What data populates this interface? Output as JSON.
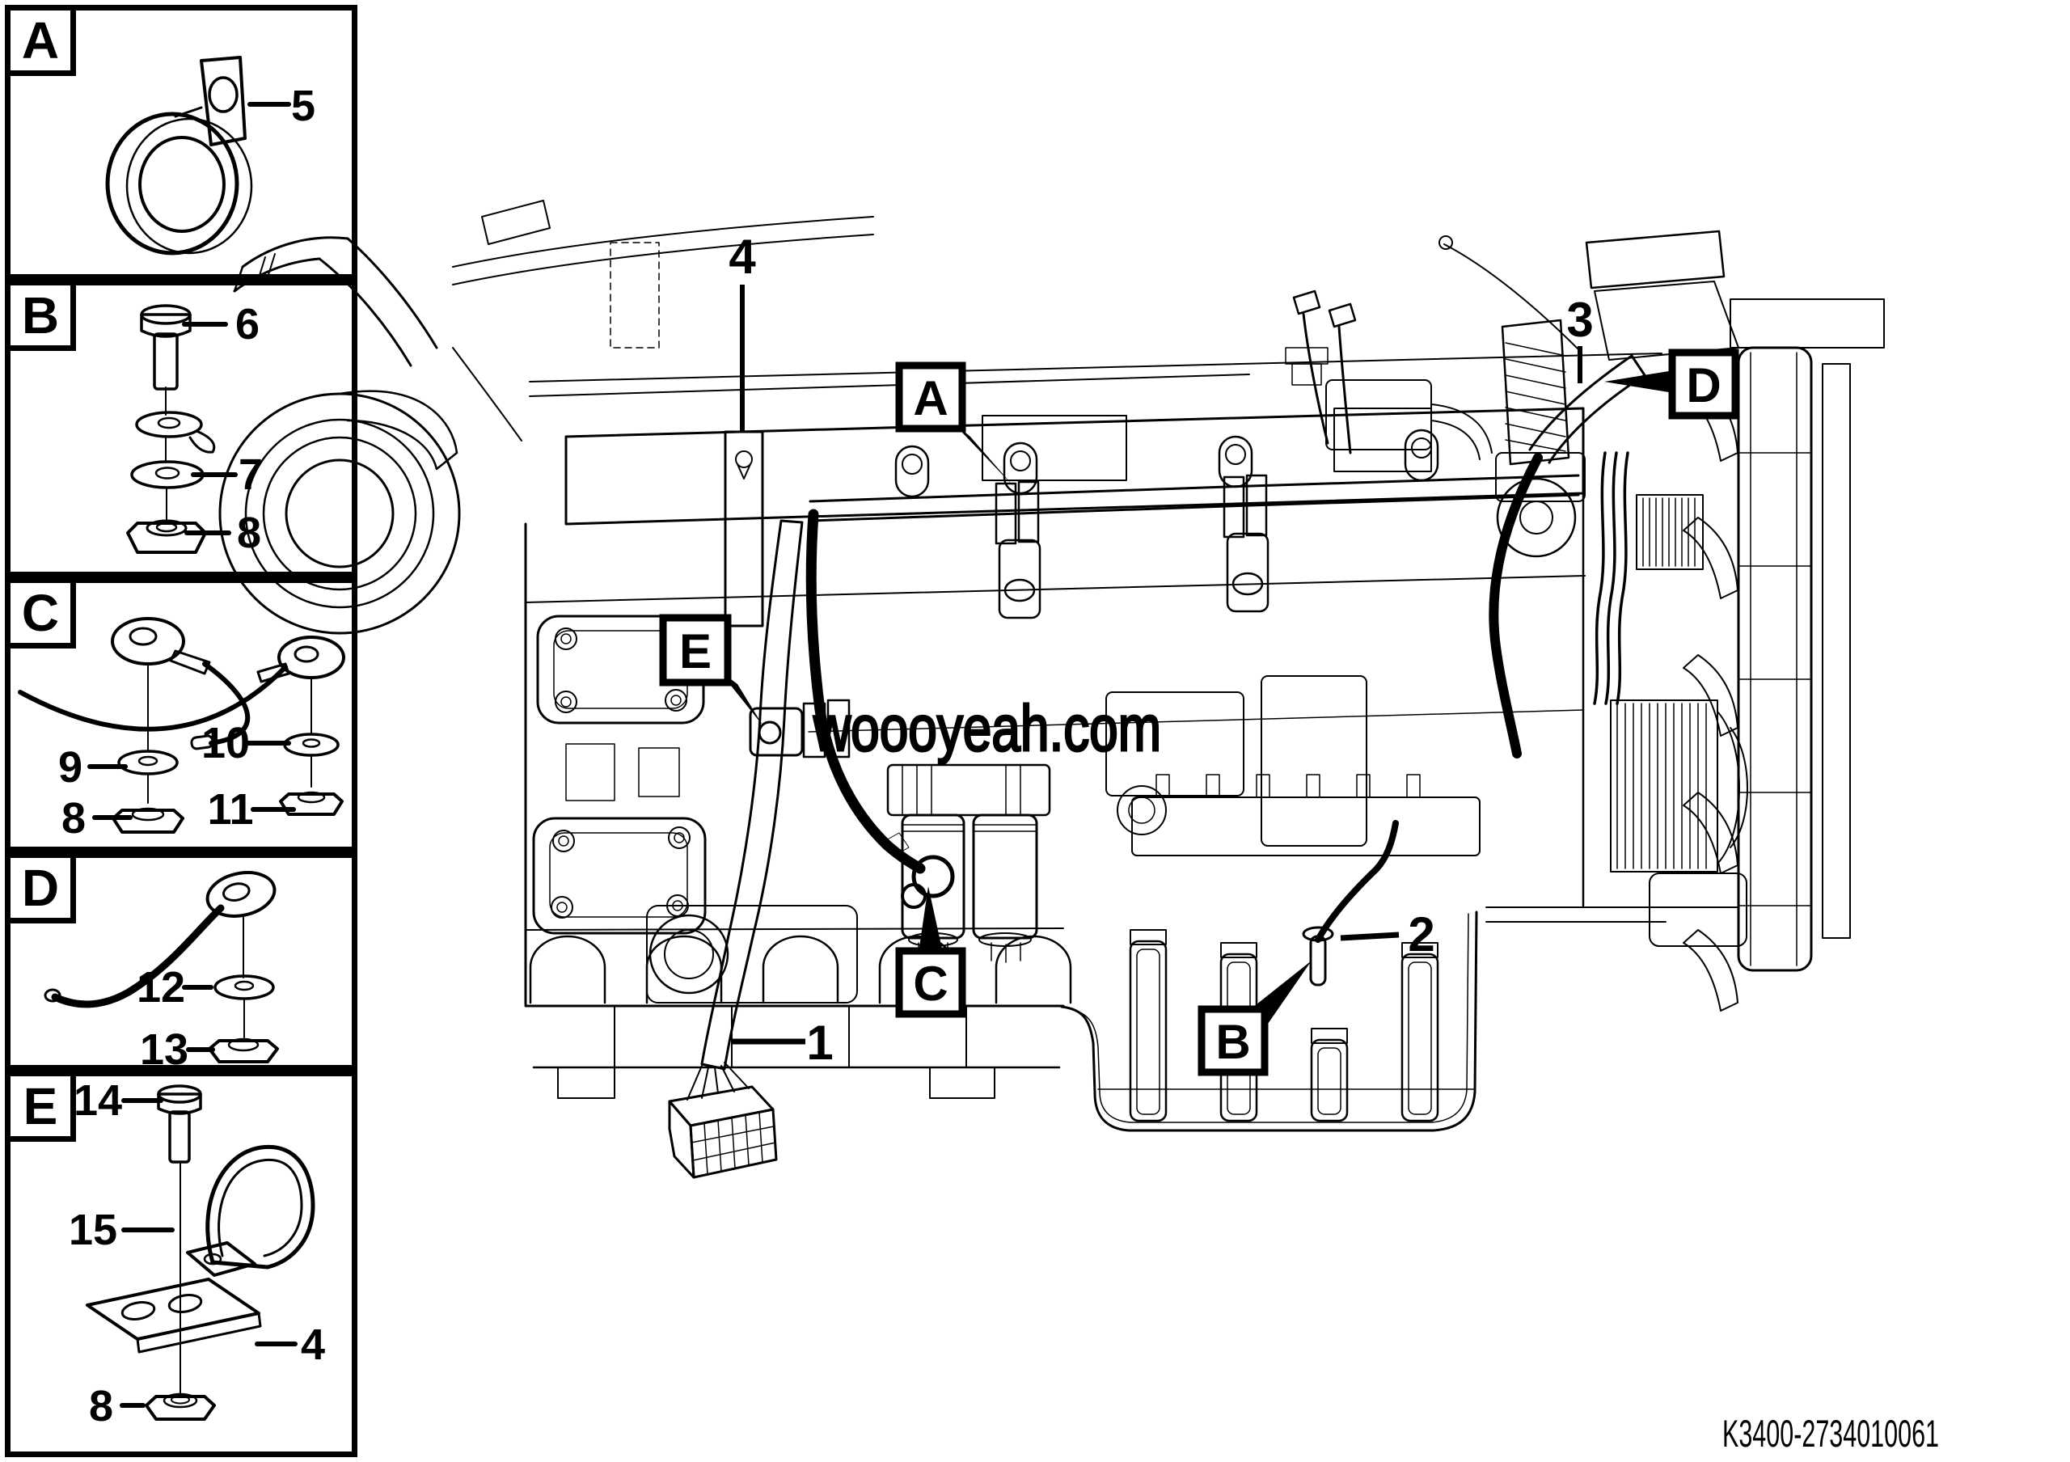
{
  "colors": {
    "line": "#000000",
    "background": "#ffffff"
  },
  "watermark": {
    "text": "woooyeah.com"
  },
  "footer": {
    "part_number": "K3400-2734010061"
  },
  "detail_panels": [
    {
      "letter": "A",
      "items": [
        {
          "num": "5"
        }
      ]
    },
    {
      "letter": "B",
      "items": [
        {
          "num": "6"
        },
        {
          "num": "7"
        },
        {
          "num": "8"
        }
      ]
    },
    {
      "letter": "C",
      "items": [
        {
          "num": "9"
        },
        {
          "num": "8"
        },
        {
          "num": "10"
        },
        {
          "num": "11"
        }
      ]
    },
    {
      "letter": "D",
      "items": [
        {
          "num": "12"
        },
        {
          "num": "13"
        }
      ]
    },
    {
      "letter": "E",
      "items": [
        {
          "num": "14"
        },
        {
          "num": "15"
        },
        {
          "num": "4"
        },
        {
          "num": "8"
        }
      ]
    }
  ],
  "main_view": {
    "callouts": [
      {
        "letter": "A"
      },
      {
        "letter": "B"
      },
      {
        "letter": "C"
      },
      {
        "letter": "D"
      },
      {
        "letter": "E"
      }
    ],
    "part_labels": [
      {
        "num": "1"
      },
      {
        "num": "2"
      },
      {
        "num": "3"
      },
      {
        "num": "4"
      }
    ]
  }
}
